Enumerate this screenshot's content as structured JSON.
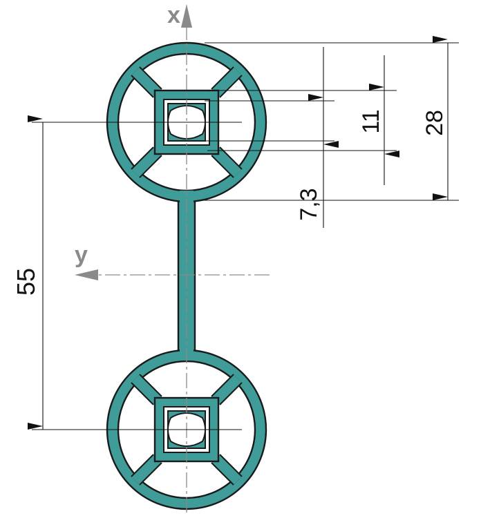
{
  "colors": {
    "profile_fill": "#3f9c99",
    "outline": "#1a1a1a",
    "axis": "#8a8a8a",
    "dimension": "#111111"
  },
  "axes": {
    "x_label": "x",
    "y_label": "y"
  },
  "dimensions": {
    "slot_width": "11",
    "profile_diameter": "28",
    "slot_offset": "7,3",
    "center_distance": "55"
  }
}
